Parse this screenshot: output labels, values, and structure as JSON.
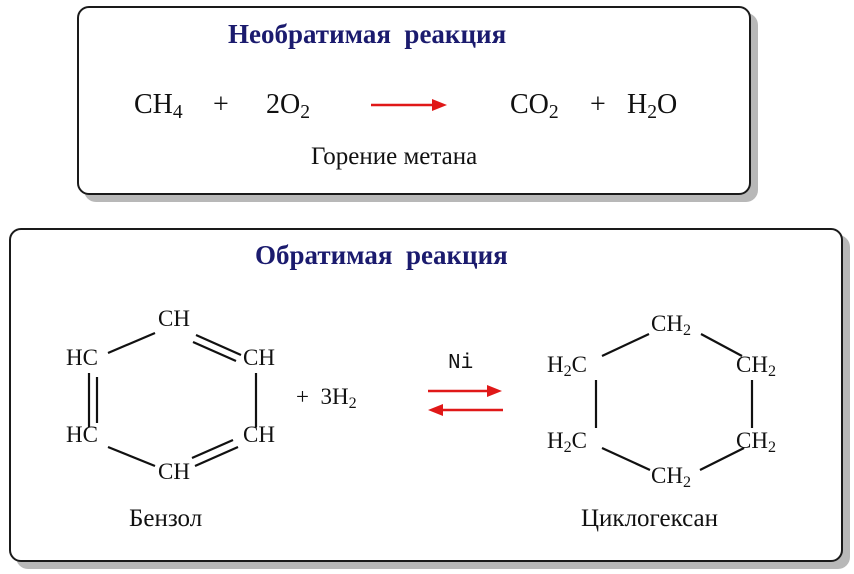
{
  "irreversible": {
    "title": "Необратимая  реакция",
    "reactant1": {
      "base": "CH",
      "sub": "4"
    },
    "plus1": "+",
    "reactant2": {
      "coef": "2O",
      "sub": "2"
    },
    "product1": {
      "base": "CO",
      "sub": "2"
    },
    "plus2": "+",
    "product2": {
      "base": "H",
      "sub": "2",
      "tail": "O"
    },
    "caption": "Горение метана",
    "arrow_color": "#e01818"
  },
  "reversible": {
    "title": "Обратимая  реакция",
    "benzene": {
      "top": "CH",
      "upper_right": "CH",
      "upper_left": "HC",
      "lower_left": "HC",
      "lower_right": "CH",
      "bottom": "CH",
      "caption": "Бензол"
    },
    "reagent": {
      "plus": "+",
      "coef": "3H",
      "sub": "2"
    },
    "catalyst": "Ni",
    "cyclohexane": {
      "top": {
        "base": "CH",
        "sub": "2"
      },
      "upper_left": {
        "pre": "H",
        "sub": "2",
        "post": "C"
      },
      "upper_right": {
        "base": "CH",
        "sub": "2"
      },
      "lower_left": {
        "pre": "H",
        "sub": "2",
        "post": "C"
      },
      "lower_right": {
        "base": "CH",
        "sub": "2"
      },
      "bottom": {
        "base": "CH",
        "sub": "2"
      },
      "caption": "Циклогексан"
    },
    "arrow_color": "#e01818"
  }
}
